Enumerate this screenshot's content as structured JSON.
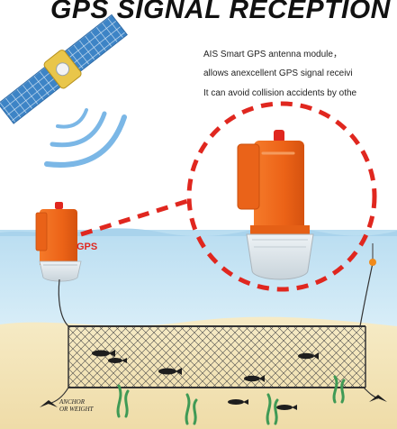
{
  "title": "GPS SIGNAL RECEPTION",
  "description": [
    "AIS Smart GPS antenna module，",
    "allows anexcellent GPS signal receivi",
    "It can avoid collision accidents by othe"
  ],
  "gps_label": "GPS",
  "anchor_label_line1": "ANCHOR",
  "anchor_label_line2": "OR WEIGHT",
  "colors": {
    "buoy_orange": "#f26a1b",
    "dashed_red": "#e0271f",
    "sea": "#c9e3f2",
    "sand": "#f2e3b3",
    "satellite_panel": "#3d84c6",
    "signal_wave": "#7bb7e6"
  },
  "icons": [
    "satellite-icon",
    "signal-waves-icon",
    "buoy-icon",
    "fishing-net-icon",
    "fish-icon",
    "seaweed-icon",
    "anchor-icon",
    "marker-float-icon"
  ]
}
